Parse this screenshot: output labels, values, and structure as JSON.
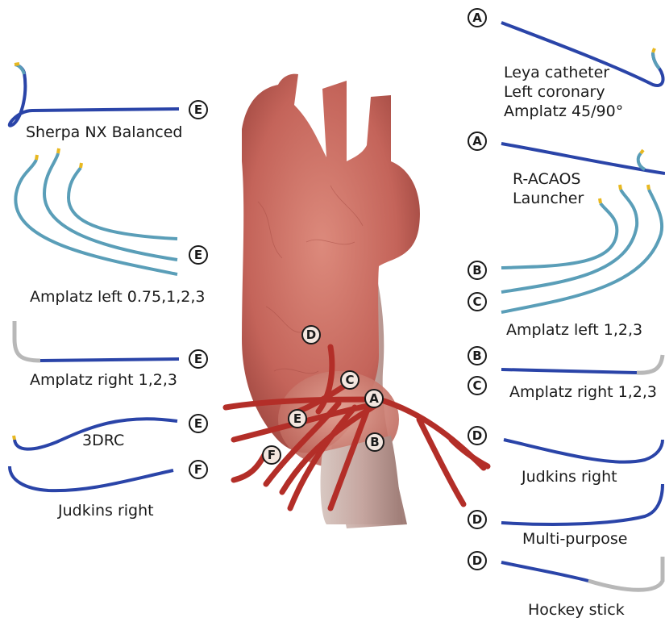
{
  "colors": {
    "catheter_blue": "#2a44a8",
    "catheter_teal": "#5a9eb8",
    "catheter_gray": "#b8b8b8",
    "tip_yellow": "#e8b820",
    "aorta": "#c9645a",
    "artery": "#b8342e"
  },
  "markers": {
    "A": "A",
    "B": "B",
    "C": "C",
    "D": "D",
    "E": "E",
    "F": "F"
  },
  "left_labels": {
    "sherpa": "Sherpa NX Balanced",
    "amplatz_left": "Amplatz left 0.75,1,2,3",
    "amplatz_right": "Amplatz right 1,2,3",
    "drc": "3DRC",
    "judkins_right": "Judkins right"
  },
  "right_labels": {
    "leya_1": "Leya catheter",
    "leya_2": "Left coronary",
    "leya_3": "Amplatz 45/90°",
    "racaos_1": "R-ACAOS",
    "racaos_2": "Launcher",
    "amplatz_left": "Amplatz left 1,2,3",
    "amplatz_right": "Amplatz right 1,2,3",
    "judkins_right": "Judkins right",
    "multipurpose": "Multi-purpose",
    "hockey": "Hockey stick"
  }
}
